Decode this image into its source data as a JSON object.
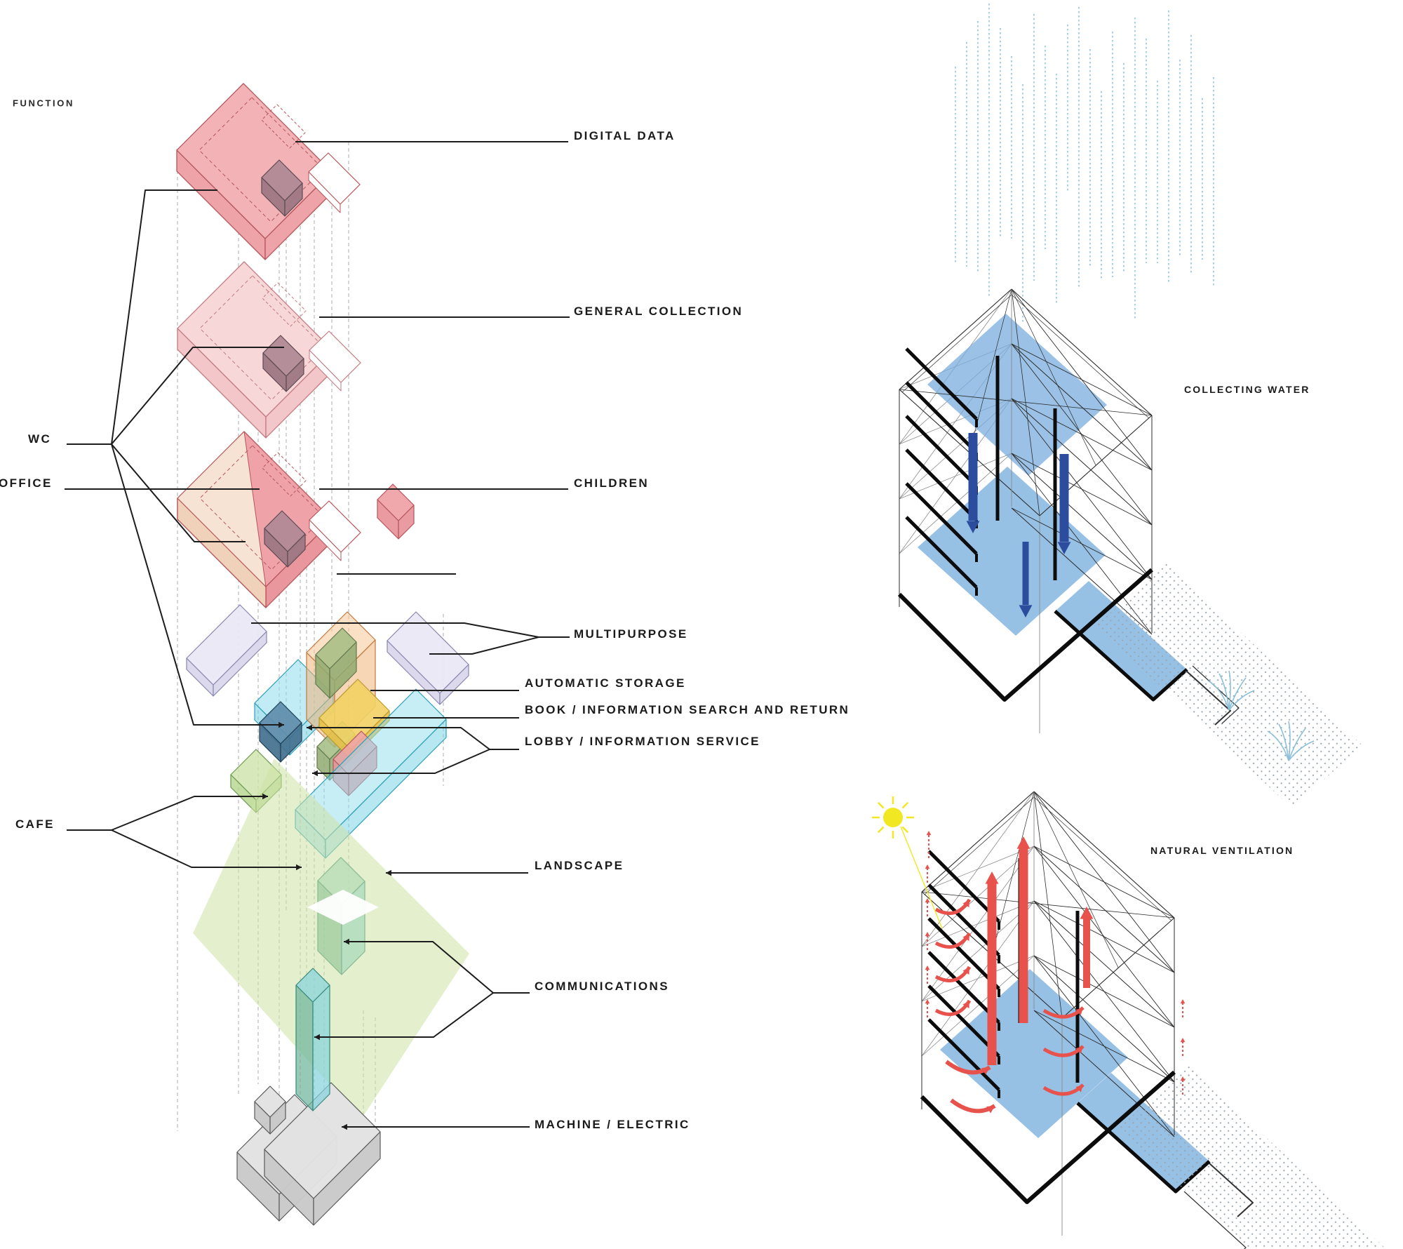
{
  "exploded": {
    "section_label": "FUNCTION",
    "floors": [
      {
        "id": "digital-data",
        "label": "DIGITAL DATA"
      },
      {
        "id": "general-collection",
        "label": "GENERAL COLLECTION"
      },
      {
        "id": "children",
        "label": "CHILDREN"
      },
      {
        "id": "multipurpose",
        "label": "MULTIPURPOSE"
      },
      {
        "id": "automatic-storage",
        "label": "AUTOMATIC STORAGE"
      },
      {
        "id": "book-search",
        "label": "BOOK / INFORMATION SEARCH AND RETURN"
      },
      {
        "id": "lobby",
        "label": "LOBBY / INFORMATION SERVICE"
      },
      {
        "id": "landscape",
        "label": "LANDSCAPE"
      },
      {
        "id": "communications",
        "label": "COMMUNICATIONS"
      },
      {
        "id": "machine-electric",
        "label": "MACHINE / ELECTRIC"
      }
    ],
    "amenities": [
      {
        "id": "wc",
        "label": "WC"
      },
      {
        "id": "office",
        "label": "OFFICE"
      },
      {
        "id": "cafe",
        "label": "CAFE"
      }
    ]
  },
  "systems": {
    "collecting_water": "COLLECTING WATER",
    "natural_ventilation": "NATURAL VENTILATION"
  },
  "colors": {
    "plate_red": "#f2b2b6",
    "plate_red_side": "#eda3a8",
    "plate_red_stroke": "#b5565c",
    "plate_pink": "#f8d7d9",
    "plate_pink_side": "#f3c6c9",
    "plate_pink_stroke": "#c27b80",
    "children_red": "#efa3a9",
    "children_red_side": "#e9969d",
    "children_peach": "#f7e3d3",
    "children_peach_side": "#f0d2bb",
    "wc_box": "#b08a96",
    "wc_box_side": "#9d7884",
    "wc_box_stroke": "#5f4a52",
    "lavender": "#e9e7f5",
    "lavender_side": "#d9d6ec",
    "lavender_stroke": "#8886b0",
    "orange": "#f6c896",
    "orange_side": "#f0b478",
    "orange_stroke": "#c07840",
    "yellow": "#f2d164",
    "yellow_side": "#e8c14a",
    "yellow_stroke": "#b99a2e",
    "olive": "#a3bc83",
    "olive_side": "#8fa96e",
    "olive_stroke": "#62784e",
    "cyan": "#8fdcec",
    "cyan_side": "#6fd0e4",
    "cyan_stroke": "#2f9fb8",
    "steel": "#5f8caa",
    "steel_side": "#43708e",
    "steel_stroke": "#1e3f55",
    "green_cube": "#cde4aa",
    "green_cube_side": "#b4d48c",
    "green_stroke": "#6a9a50",
    "landscape_green": "#cde2a6",
    "teal_shaft": "#9fd8d0",
    "teal_shaft_cyan": "#87d2dc",
    "teal_shaft_dark": "#6db49a",
    "teal_stroke": "#36897c",
    "base_gray": "#e2e2e2",
    "base_gray_side": "#c9c9c9",
    "base_stroke": "#5a5a5a",
    "leader": "#1c1c1c",
    "guide": "#b5b5b5",
    "text": "#1a1a1a",
    "rain_blue": "#8bbfda",
    "pool_blue": "#7aaede",
    "pool_deep": "#2c4d9e",
    "vent_red": "#e8524c",
    "sun_yellow": "#f2e723",
    "wire": "#2b2b2b",
    "wire_light": "#8a8a8a"
  }
}
